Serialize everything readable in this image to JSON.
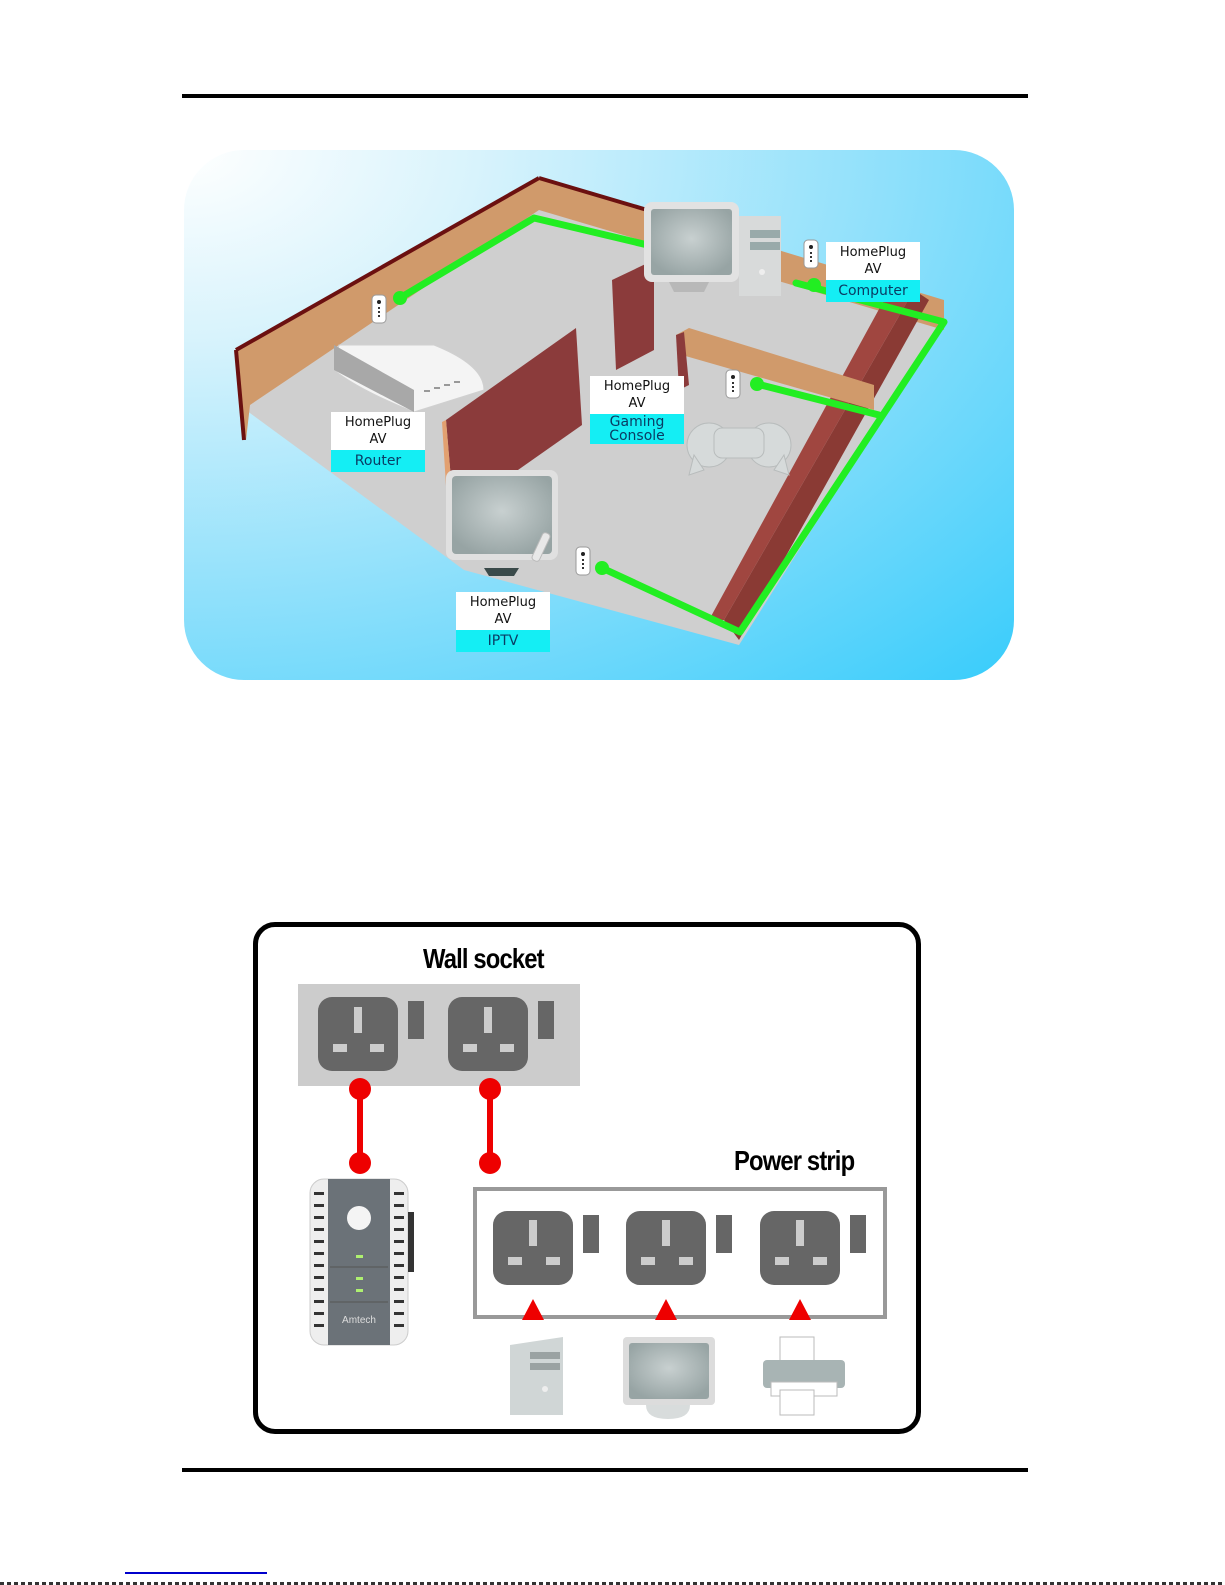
{
  "page": {
    "header_rule": true,
    "footer_rule": true
  },
  "figure1": {
    "description": "HomePlug AV home network diagram",
    "line_color": "#22ee22",
    "devices": [
      {
        "id": "router",
        "top_label": "HomePlug AV",
        "bottom_label": "Router"
      },
      {
        "id": "computer",
        "top_label": "HomePlug AV",
        "bottom_label": "Computer"
      },
      {
        "id": "gaming",
        "top_label": "HomePlug AV",
        "bottom_label_line1": "Gaming",
        "bottom_label_line2": "Console"
      },
      {
        "id": "iptv",
        "top_label": "HomePlug AV",
        "bottom_label": "IPTV"
      }
    ]
  },
  "figure2": {
    "description": "Wall socket and power strip connection diagram",
    "wall_socket_label": "Wall socket",
    "power_strip_label": "Power strip",
    "adapter_brand": "Amtech",
    "connector_color": "#ee0000",
    "devices": [
      {
        "id": "pc-tower",
        "name": "Computer tower"
      },
      {
        "id": "monitor",
        "name": "Monitor"
      },
      {
        "id": "printer",
        "name": "Printer"
      }
    ]
  }
}
